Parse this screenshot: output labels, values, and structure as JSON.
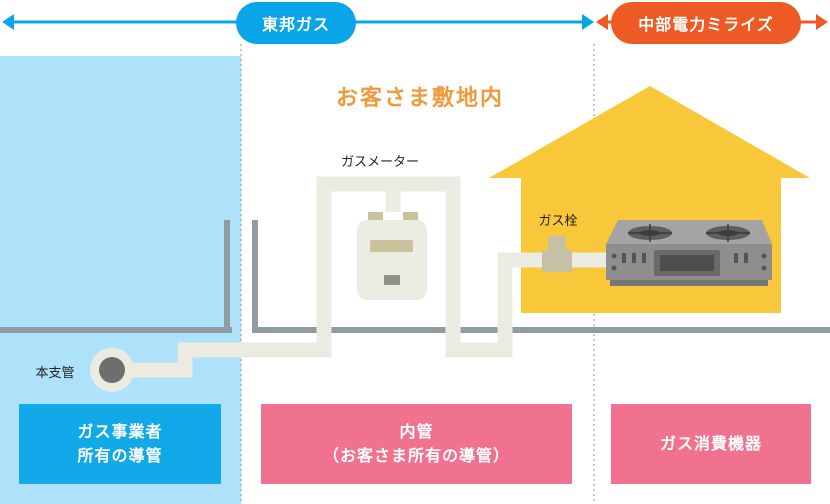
{
  "header": {
    "left_company": "東邦ガス",
    "right_company": "中部電力ミライズ"
  },
  "diagram": {
    "premises_title": "お客さま敷地内",
    "meter_label": "ガスメーター",
    "valve_label": "ガス栓",
    "main_pipe_label": "本支管"
  },
  "sections": [
    {
      "line1": "ガス事業者",
      "line2": "所有の導管"
    },
    {
      "line1": "内管",
      "line2": "（お客さま所有の導管）"
    },
    {
      "line1": "ガス消費機器",
      "line2": ""
    }
  ],
  "colors": {
    "blue": "#0aa5e8",
    "orange": "#ee5a24",
    "light_blue_zone": "#aee2fb",
    "pink": "#f0728e",
    "house_yellow": "#f9c83a",
    "pipe": "#ecebe1"
  }
}
